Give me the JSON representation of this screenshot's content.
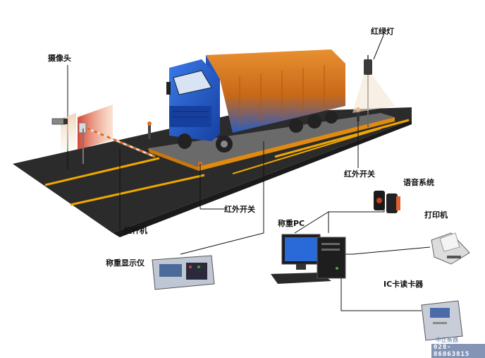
{
  "labels": {
    "camera": "摄像头",
    "traffic_light": "红绿灯",
    "ir_switch_right": "红外开关",
    "ir_switch_bottom": "红外开关",
    "voice_system": "语音系统",
    "printer": "打印机",
    "barrier": "栏杆机",
    "weighing_pc": "称重PC",
    "weight_display": "称重显示仪",
    "ic_reader": "IC卡读卡器"
  },
  "watermark": {
    "company": "中正衡器",
    "phone": "028-86863815"
  },
  "colors": {
    "road": "#2b2b2b",
    "lane_line": "#f0a800",
    "scale_rail": "#e08a10",
    "truck_cab": "#1f5fd0",
    "cargo_top": "#e07a10",
    "light_beam": "#e05030"
  }
}
